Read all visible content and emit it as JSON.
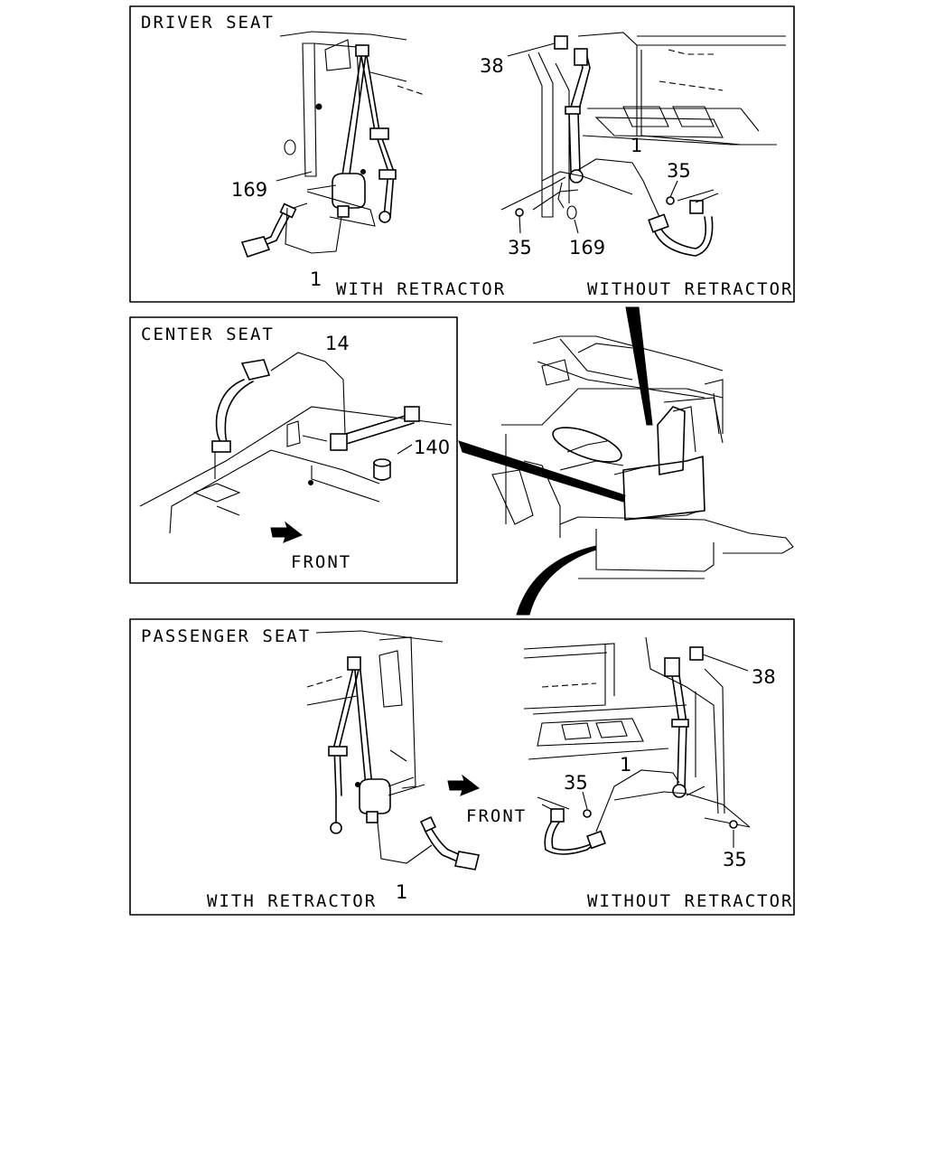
{
  "panels": {
    "driver": {
      "title": "DRIVER SEAT",
      "with_label": "WITH RETRACTOR",
      "without_label": "WITHOUT RETRACTOR",
      "callouts": {
        "c169a": "169",
        "c1a": "1",
        "c38": "38",
        "c1b": "1",
        "c35a": "35",
        "c35b": "35",
        "c169b": "169"
      }
    },
    "center": {
      "title": "CENTER SEAT",
      "front_label": "FRONT",
      "callouts": {
        "c14": "14",
        "c140": "140"
      }
    },
    "passenger": {
      "title": "PASSENGER SEAT",
      "front_label": "FRONT",
      "with_label": "WITH RETRACTOR",
      "without_label": "WITHOUT RETRACTOR",
      "callouts": {
        "c1a": "1",
        "c38": "38",
        "c35a": "35",
        "c1b": "1",
        "c35b": "35"
      }
    }
  },
  "colors": {
    "line": "#000000",
    "background": "#ffffff"
  },
  "icons": [
    "front-direction-arrow-icon",
    "pointer-arrow-icon"
  ]
}
